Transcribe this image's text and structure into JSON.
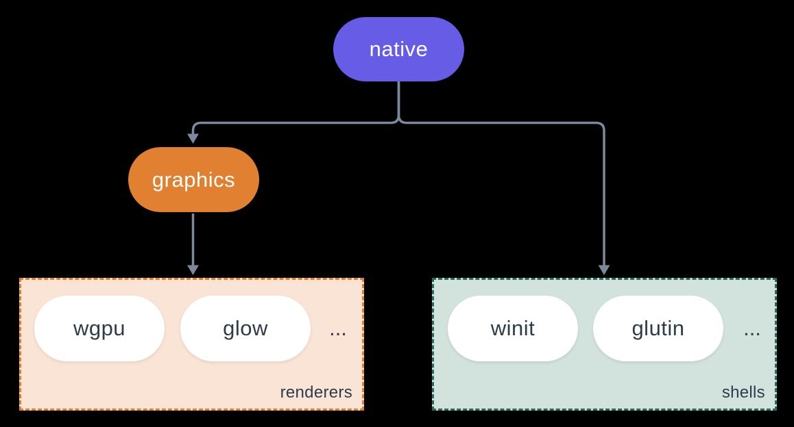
{
  "diagram": {
    "background_color": "#000000",
    "connector_color": "#7a8a9c",
    "item_text_color": "#2d3c49",
    "nodes": [
      {
        "id": "native",
        "label": "native",
        "color": "#665ce6",
        "text_color": "#ffffff"
      },
      {
        "id": "graphics",
        "label": "graphics",
        "color": "#e08030",
        "text_color": "#ffffff"
      }
    ],
    "groups": [
      {
        "id": "renderers",
        "label": "renderers",
        "fill": "#f9e4d6",
        "border_color": "#e08030",
        "border_style": "dashed",
        "items": [
          "wgpu",
          "glow"
        ],
        "ellipsis": "..."
      },
      {
        "id": "shells",
        "label": "shells",
        "fill": "#d2e2dc",
        "border_color": "#2a6b5f",
        "border_style": "dashed",
        "items": [
          "winit",
          "glutin"
        ],
        "ellipsis": "..."
      }
    ],
    "edges": [
      {
        "from": "native",
        "to": "graphics"
      },
      {
        "from": "native",
        "to": "shells"
      },
      {
        "from": "graphics",
        "to": "renderers"
      }
    ]
  }
}
